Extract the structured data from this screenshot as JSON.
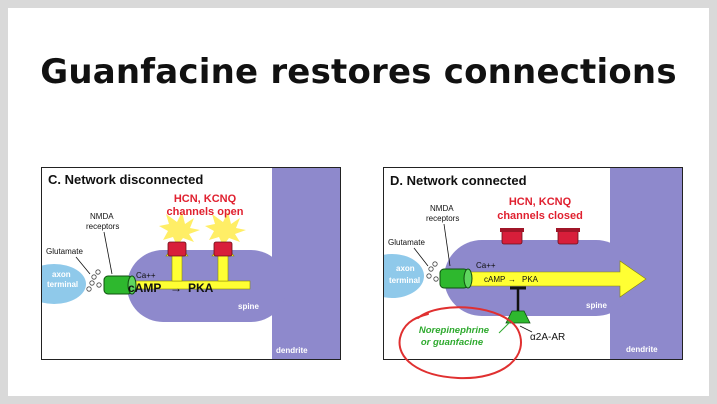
{
  "slide": {
    "title": "Guanfacine restores connections"
  },
  "panel_c": {
    "heading": "C. Network disconnected",
    "channel_line1": "HCN, KCNQ",
    "channel_line2": "channels open",
    "nmda_line1": "NMDA",
    "nmda_line2": "receptors",
    "glutamate": "Glutamate",
    "axon_line1": "axon",
    "axon_line2": "terminal",
    "ca": "Ca++",
    "camp": "cAMP",
    "arrow": "→",
    "pka": "PKA",
    "spine": "spine",
    "dendrite": "dendrite"
  },
  "panel_d": {
    "heading": "D. Network connected",
    "channel_line1": "HCN, KCNQ",
    "channel_line2": "channels closed",
    "nmda_line1": "NMDA",
    "nmda_line2": "receptors",
    "glutamate": "Glutamate",
    "axon_line1": "axon",
    "axon_line2": "terminal",
    "ca": "Ca++",
    "camp": "cAMP",
    "arrow": "→",
    "pka": "PKA",
    "spine": "spine",
    "dendrite": "dendrite",
    "drug_line1": "Norepinephrine",
    "drug_line2": "or guanfacine",
    "receptor": "α2A-AR"
  },
  "colors": {
    "dendrite": "#8e89cc",
    "axon": "#8fc9ea",
    "signal_arrow": "#ffff33",
    "channel": "#d81e3a",
    "nmda": "#2eb82e",
    "channel_text": "#e0202f",
    "drug_text": "#2faa2f",
    "annotation_circle": "#e03030"
  }
}
